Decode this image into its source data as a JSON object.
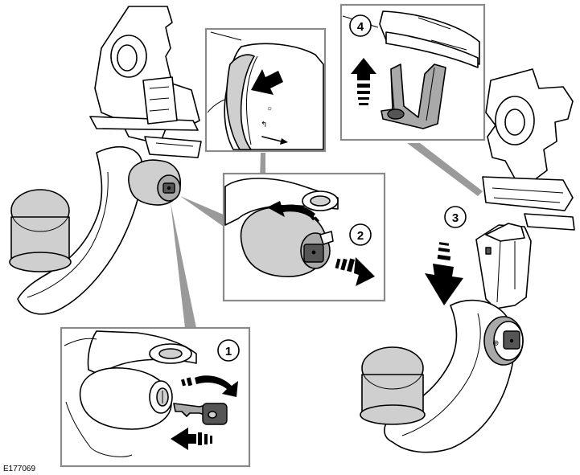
{
  "figure": {
    "reference": "E177069",
    "steps": [
      {
        "number": "1"
      },
      {
        "number": "2"
      },
      {
        "number": "3"
      },
      {
        "number": "4"
      }
    ]
  },
  "colors": {
    "line": "#000000",
    "panel_border": "#8a8a8a",
    "leader": "#9a9a9a",
    "part_shade": "#cfcfcf",
    "part_dark": "#555555"
  },
  "icons": [
    "push-arrow-icon",
    "rotate-arrow-icon",
    "pull-arrow-icon",
    "lift-arrow-icon",
    "drop-arrow-icon",
    "key-icon",
    "lock-icon"
  ]
}
